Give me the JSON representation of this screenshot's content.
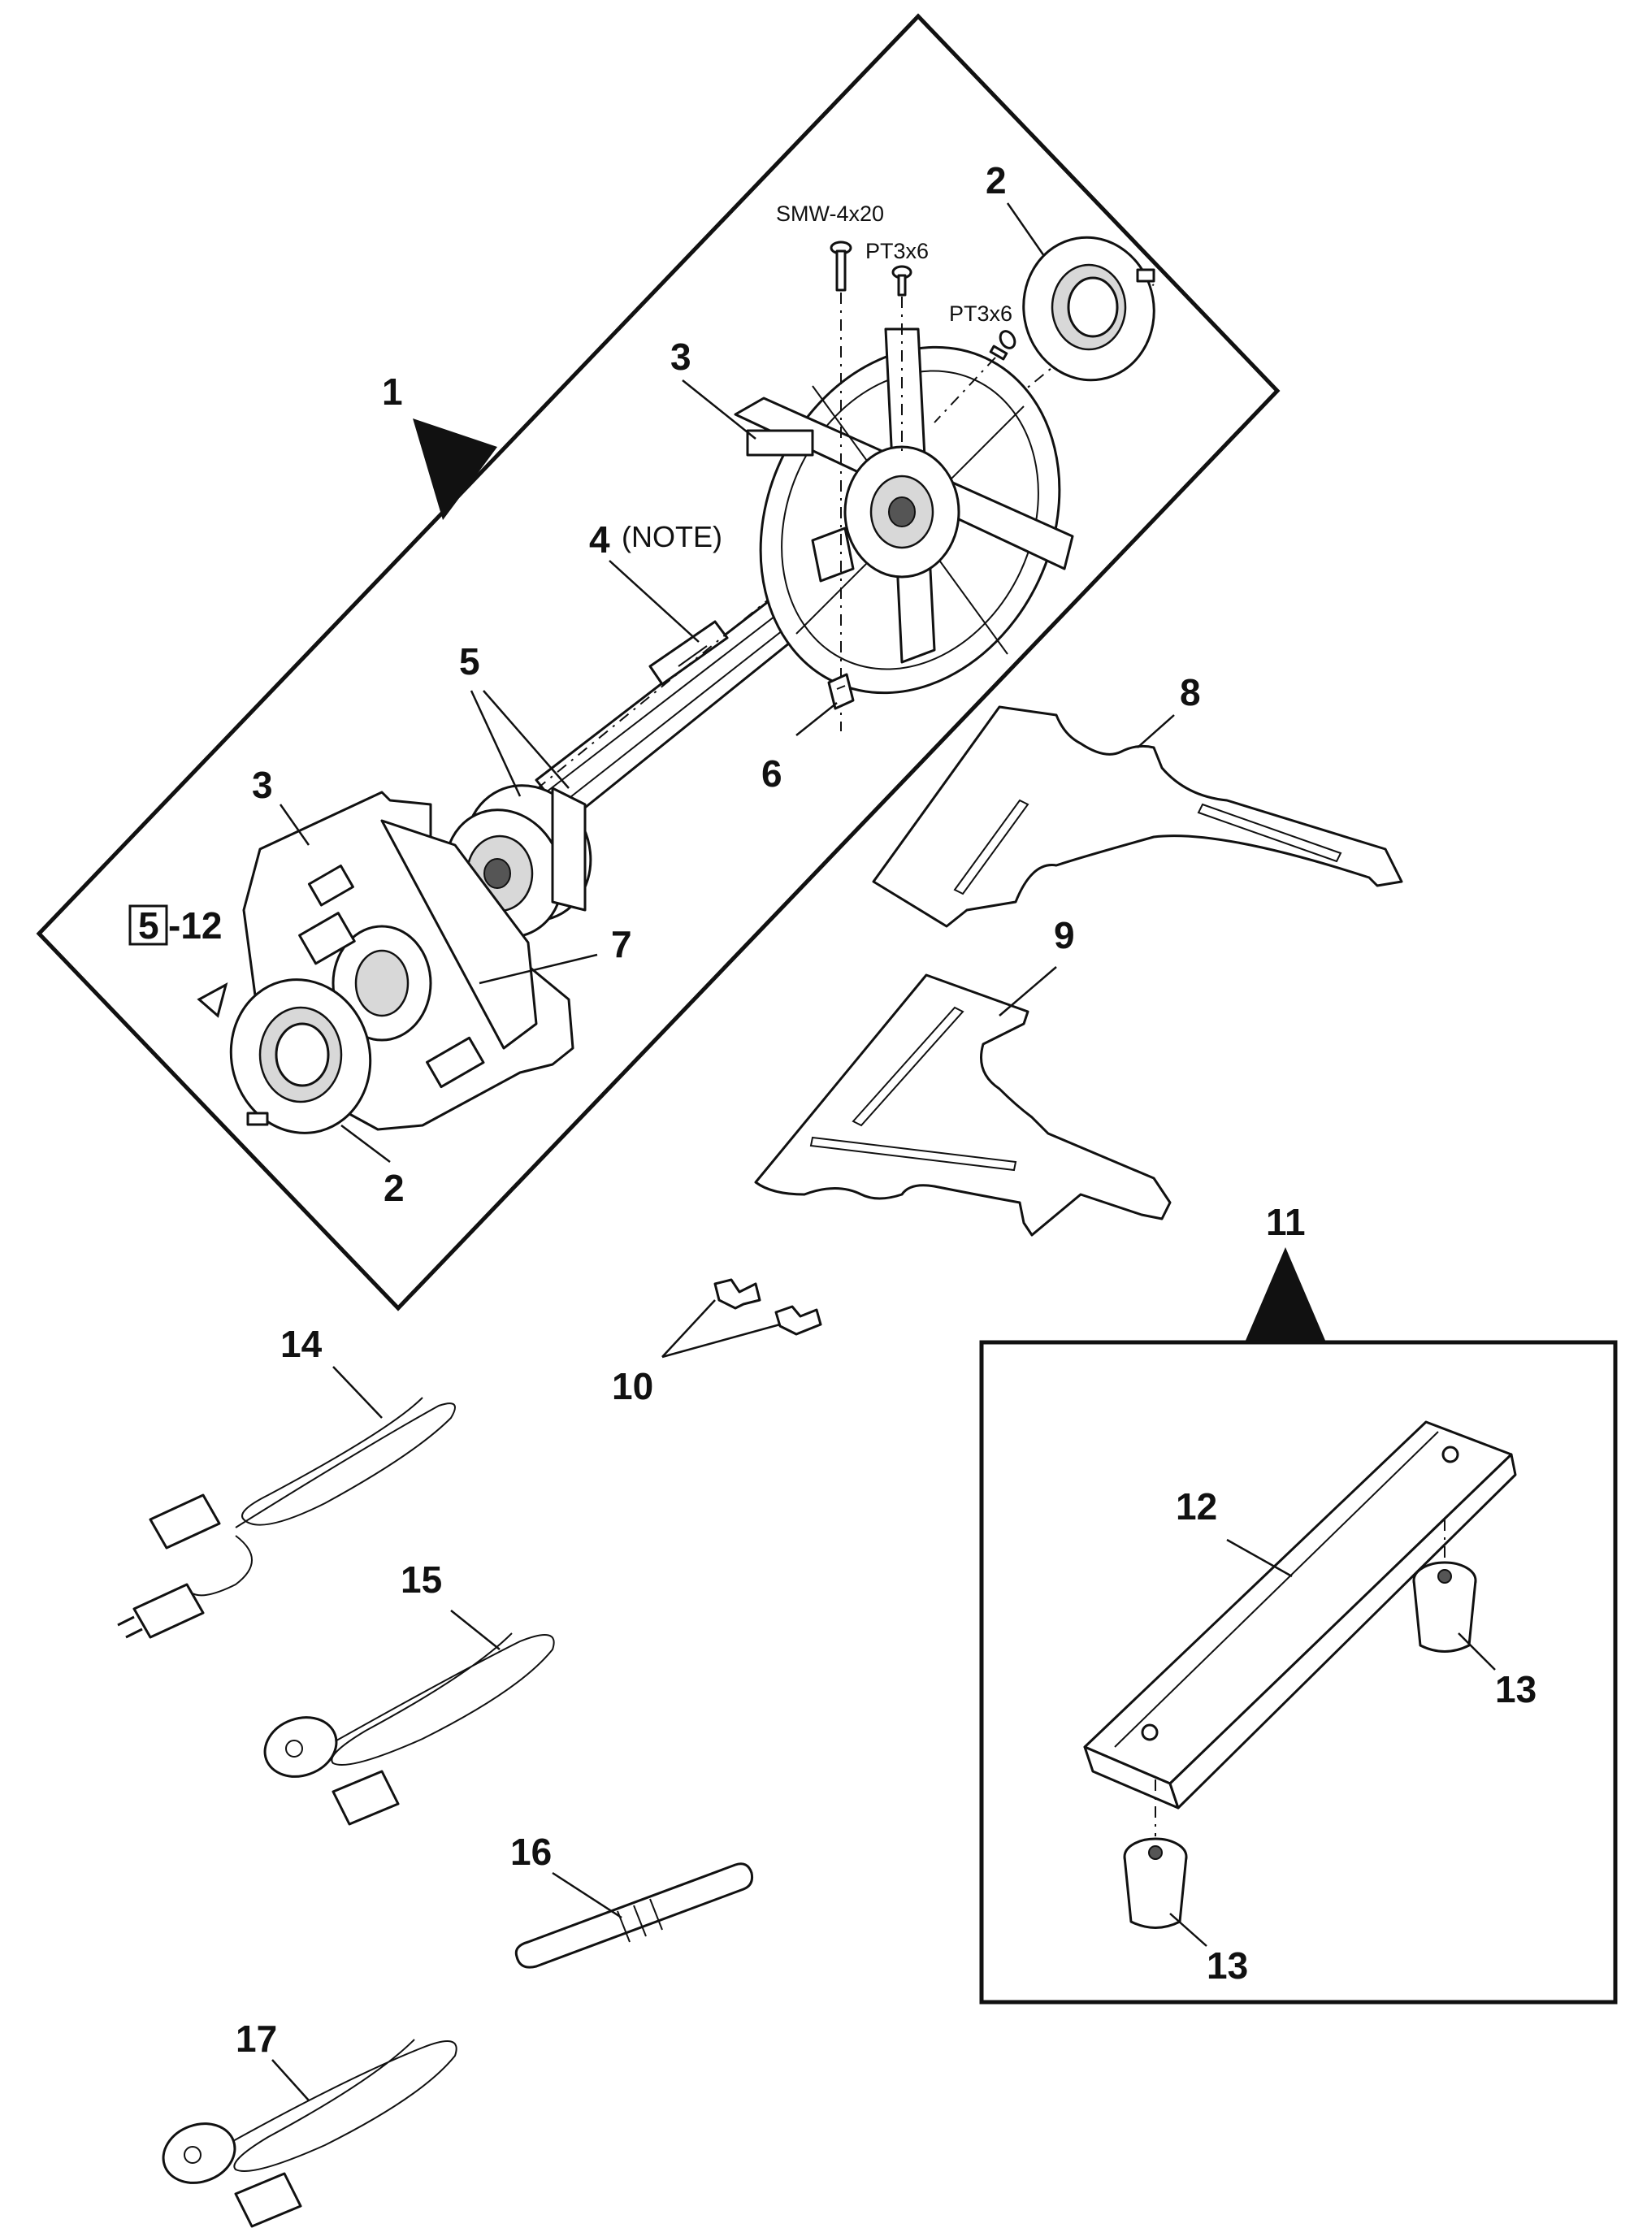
{
  "callouts": {
    "c1": "1",
    "c2_top": "2",
    "c2_bottom": "2",
    "c3_top": "3",
    "c3_bottom": "3",
    "c4": "4",
    "c4_note": "(NOTE)",
    "c5": "5",
    "c5_12_box": "5",
    "c5_12_suffix": "-12",
    "c6": "6",
    "c7": "7",
    "c8": "8",
    "c9": "9",
    "c10": "10",
    "c11": "11",
    "c12": "12",
    "c13_right": "13",
    "c13_bottom": "13",
    "c14": "14",
    "c15": "15",
    "c16": "16",
    "c17": "17"
  },
  "screws": {
    "smw": "SMW-4x20",
    "pt_a": "PT3x6",
    "pt_b": "PT3x6"
  }
}
